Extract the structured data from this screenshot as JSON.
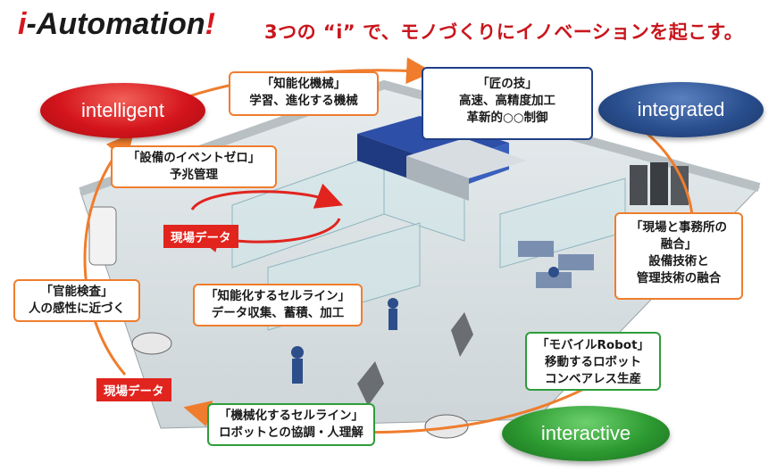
{
  "logo": {
    "i": "i",
    "rest": "-Automation",
    "bang": "!"
  },
  "headline": "3つの “i” で、モノづくりにイノベーションを起こす。",
  "pills": {
    "intelligent": "intelligent",
    "integrated": "integrated",
    "interactive": "interactive"
  },
  "callouts": {
    "intelligent_machine": {
      "title": "「知能化機械」",
      "body": "学習、進化する機械"
    },
    "craftsman": {
      "title": "「匠の技」",
      "line1": "高速、高精度加工",
      "line2": "革新的○○制御"
    },
    "event_zero": {
      "title": "「設備のイベントゼロ」",
      "body": "予兆管理"
    },
    "field_office": {
      "line1": "「現場と事務所の",
      "line2": "融合」",
      "line3": "設備技術と",
      "line4": "管理技術の融合"
    },
    "sensory": {
      "title": "「官能検査」",
      "body": "人の感性に近づく"
    },
    "smart_cell": {
      "title": "「知能化するセルライン」",
      "body": "データ収集、蓄積、加工"
    },
    "mobile_robot": {
      "title": "「モバイルRobot」",
      "line1": "移動するロボット",
      "line2": "コンベアレス生産"
    },
    "mechanized_cell": {
      "title": "「機械化するセルライン」",
      "body": "ロボットとの協調・人理解"
    }
  },
  "tags": {
    "field_data_1": "現場データ",
    "field_data_2": "現場データ"
  },
  "colors": {
    "red": "#d4141c",
    "blue": "#2a4f8f",
    "green": "#2c9a30",
    "orange": "#ef7d2d"
  }
}
